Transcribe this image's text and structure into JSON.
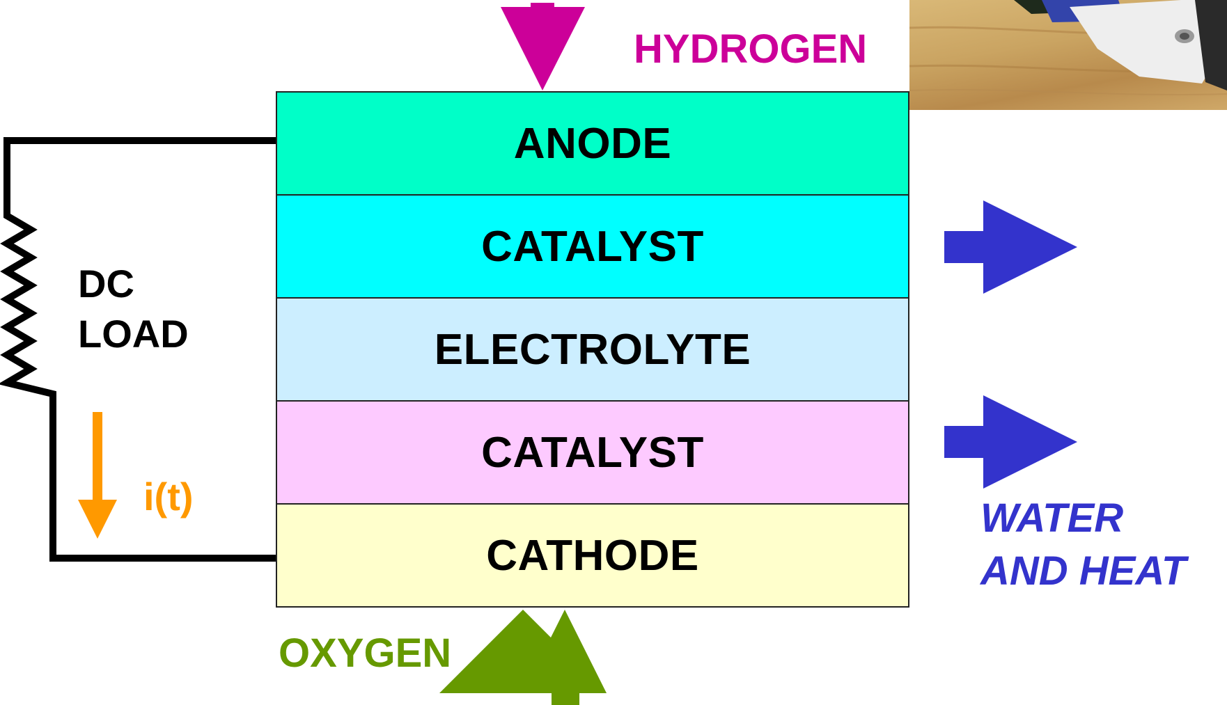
{
  "layers": [
    {
      "label": "ANODE",
      "color": "#00ffc8"
    },
    {
      "label": "CATALYST",
      "color": "#00ffff"
    },
    {
      "label": "ELECTROLYTE",
      "color": "#cceeff"
    },
    {
      "label": "CATALYST",
      "color": "#fdcaff"
    },
    {
      "label": "CATHODE",
      "color": "#ffffcc"
    }
  ],
  "inputs": {
    "hydrogen": {
      "label": "HYDROGEN",
      "color": "#cc0099"
    },
    "oxygen": {
      "label": "OXYGEN",
      "color": "#669900"
    }
  },
  "output": {
    "line1": "WATER",
    "line2": "AND HEAT",
    "color": "#3333cc"
  },
  "load": {
    "line1": "DC",
    "line2": "LOAD"
  },
  "current": {
    "label": "i(t)",
    "color": "#ff9900"
  }
}
